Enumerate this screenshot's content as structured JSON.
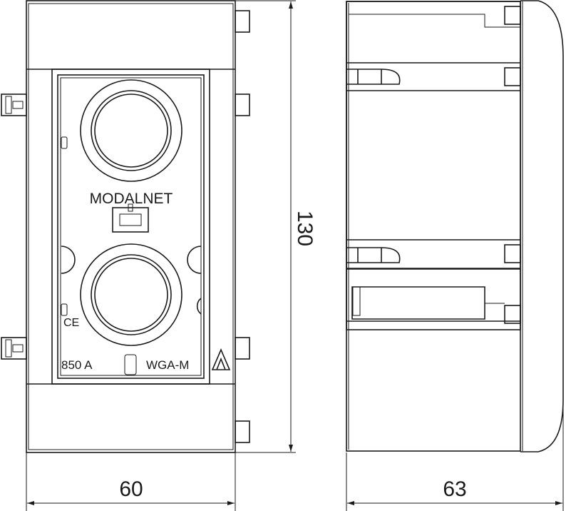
{
  "drawing": {
    "front_view": {
      "brand_logo": "MODALNET",
      "label_left": "850 A",
      "label_right": "WGA-M",
      "ce_mark": "CE"
    },
    "dimensions": {
      "height": "130",
      "width_front": "60",
      "depth_side": "63"
    },
    "colors": {
      "line": "#1a1a1a",
      "background": "#ffffff"
    }
  }
}
